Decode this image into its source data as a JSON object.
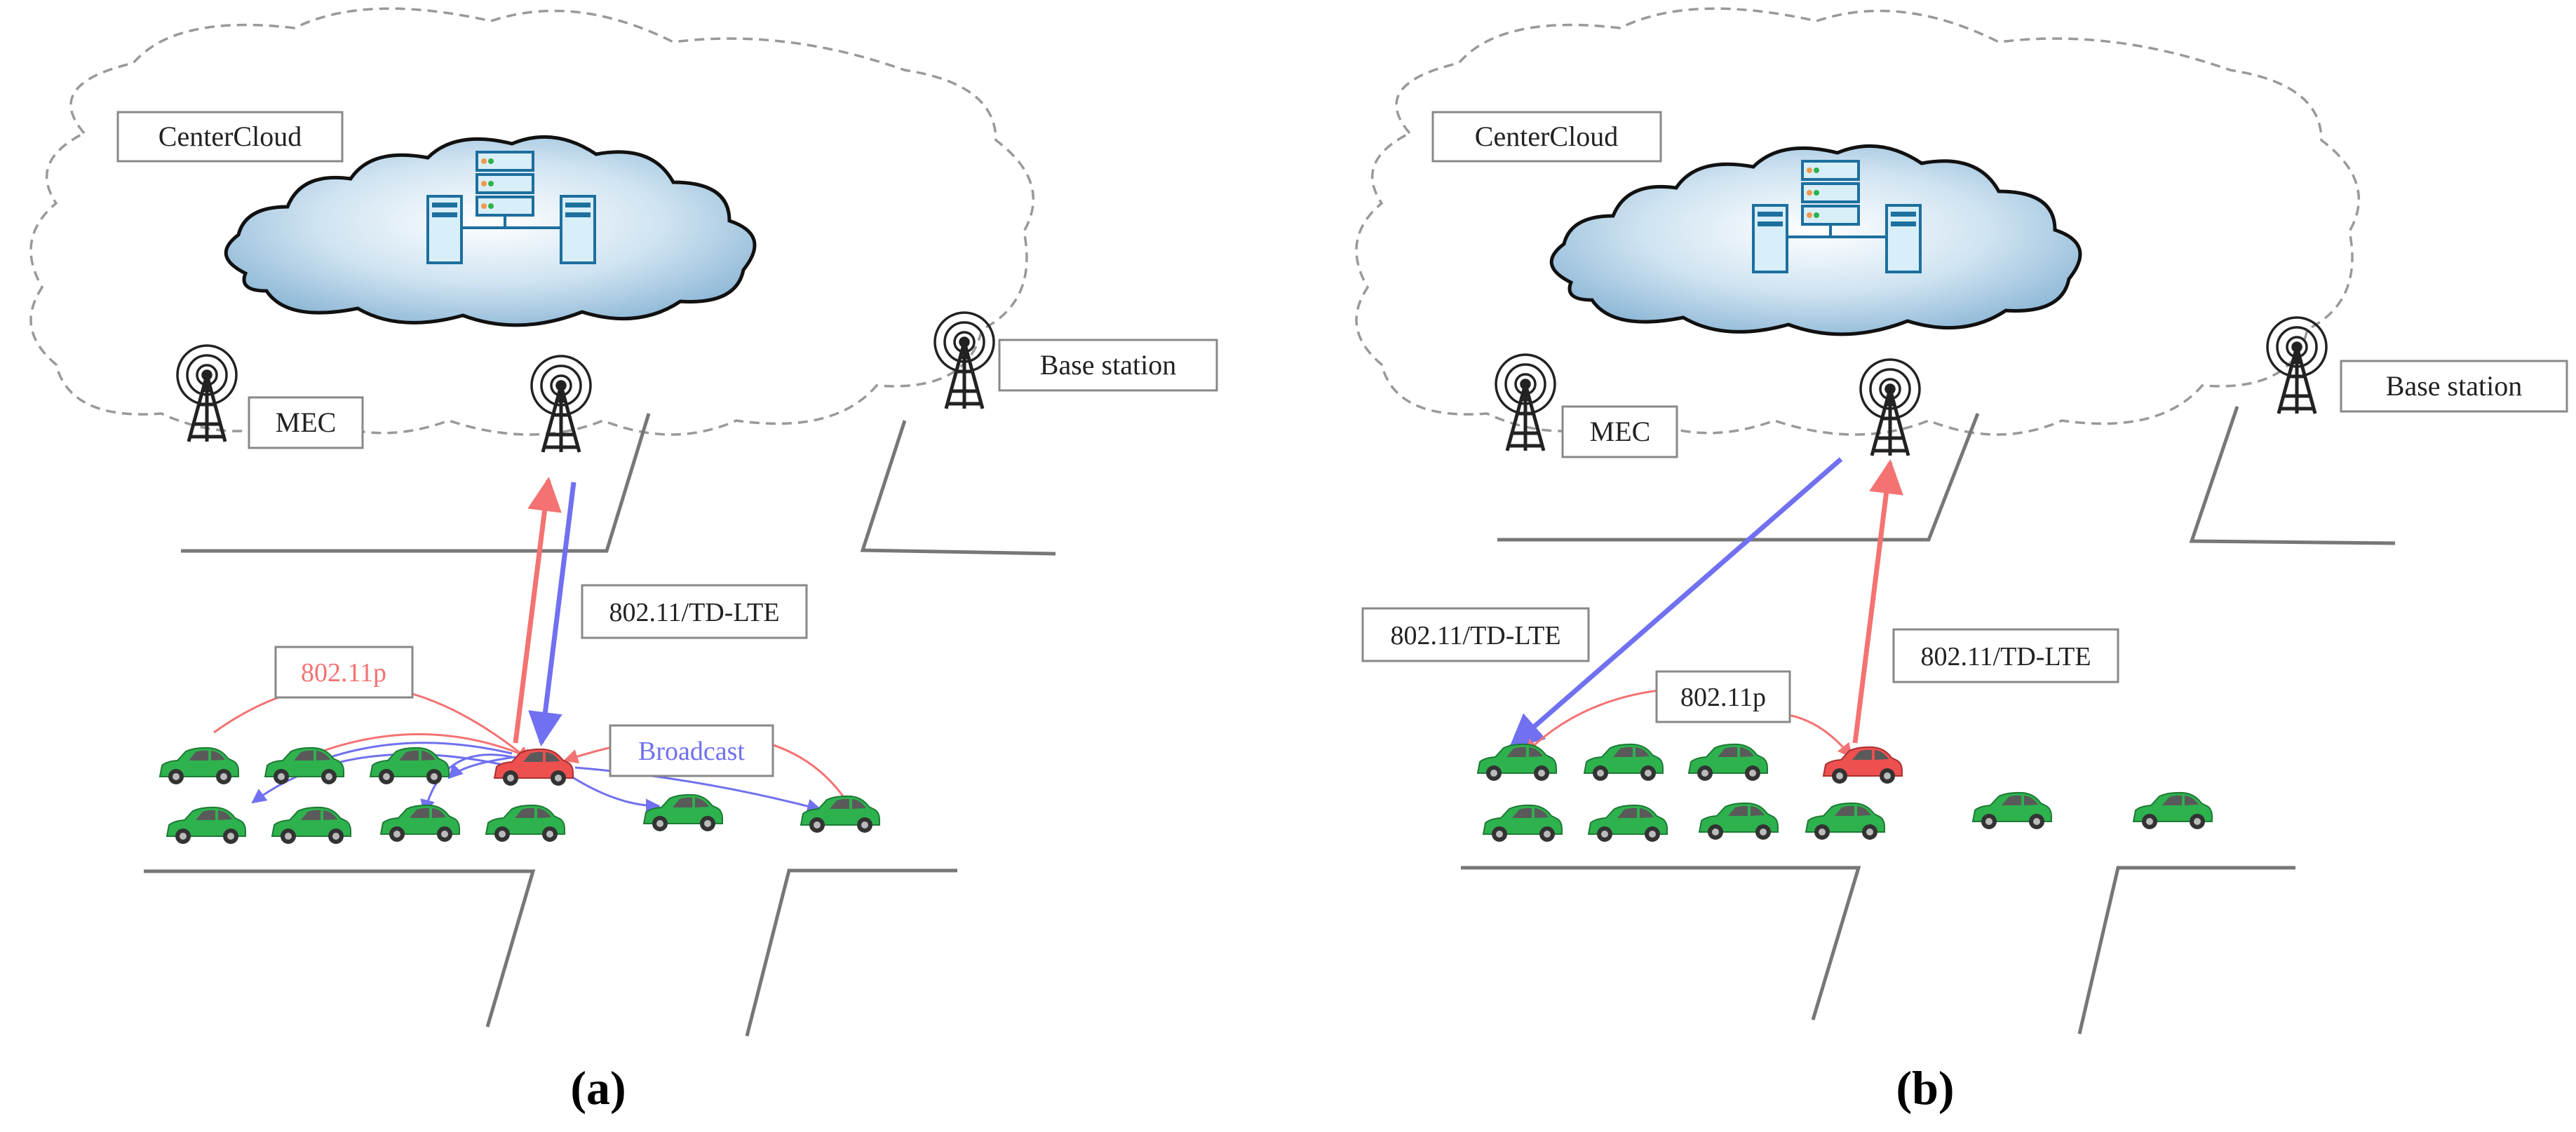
{
  "panels": [
    {
      "caption": "(a)",
      "labels": {
        "center_cloud": "CenterCloud",
        "mec": "MEC",
        "base_station": "Base station",
        "link_lte": "802.11/TD-LTE",
        "link_dsrc": "802.11p",
        "broadcast": "Broadcast"
      }
    },
    {
      "caption": "(b)",
      "labels": {
        "center_cloud": "CenterCloud",
        "mec": "MEC",
        "base_station": "Base station",
        "link_lte_down": "802.11/TD-LTE",
        "link_lte_up": "802.11/TD-LTE",
        "link_dsrc": "802.11p"
      }
    }
  ],
  "colors": {
    "uplink": "#f47272",
    "downlink": "#7070f0",
    "vehicle": "#2eb24e",
    "source_vehicle": "#ee5050",
    "cloud_border": "#999999",
    "road": "#777777",
    "server": "#1d6f9e"
  },
  "icons": [
    "cloud-icon",
    "server-icon",
    "antenna-icon",
    "car-icon"
  ]
}
